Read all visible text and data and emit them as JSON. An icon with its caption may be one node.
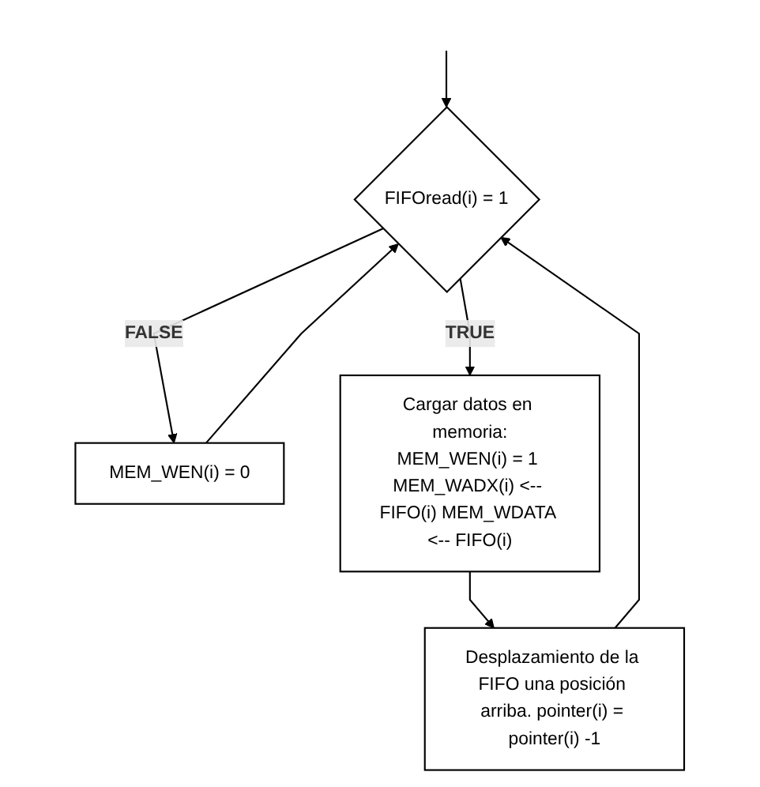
{
  "diagram": {
    "nodes": [
      {
        "text": [
          "FIFOread(i) = 1"
        ]
      },
      {
        "text": [
          "MEM_WEN(i) = 0"
        ]
      },
      {
        "text": [
          "Cargar datos en memoria:",
          "MEM_WEN(i) = 1 MEM_WADX(i) <-- FIFO(i) MEM_WDATA <-- FIFO(i)"
        ]
      },
      {
        "text": [
          "Desplazamiento de la FIFO una posición arriba. pointer(i) = pointer(i) -1"
        ]
      }
    ],
    "edges": [
      {
        "from": null,
        "to": 0,
        "arrow": "to"
      },
      {
        "from": 3,
        "to": 0,
        "arrow": "to"
      },
      {
        "from": 1,
        "to": 0,
        "arrow": "to"
      },
      {
        "from": 0,
        "to": 1,
        "label": "FALSE",
        "arrow": "to"
      },
      {
        "from": 0,
        "to": 2,
        "label": "TRUE",
        "arrow": "to"
      },
      {
        "from": 2,
        "to": 3,
        "arrow": "to"
      }
    ]
  }
}
